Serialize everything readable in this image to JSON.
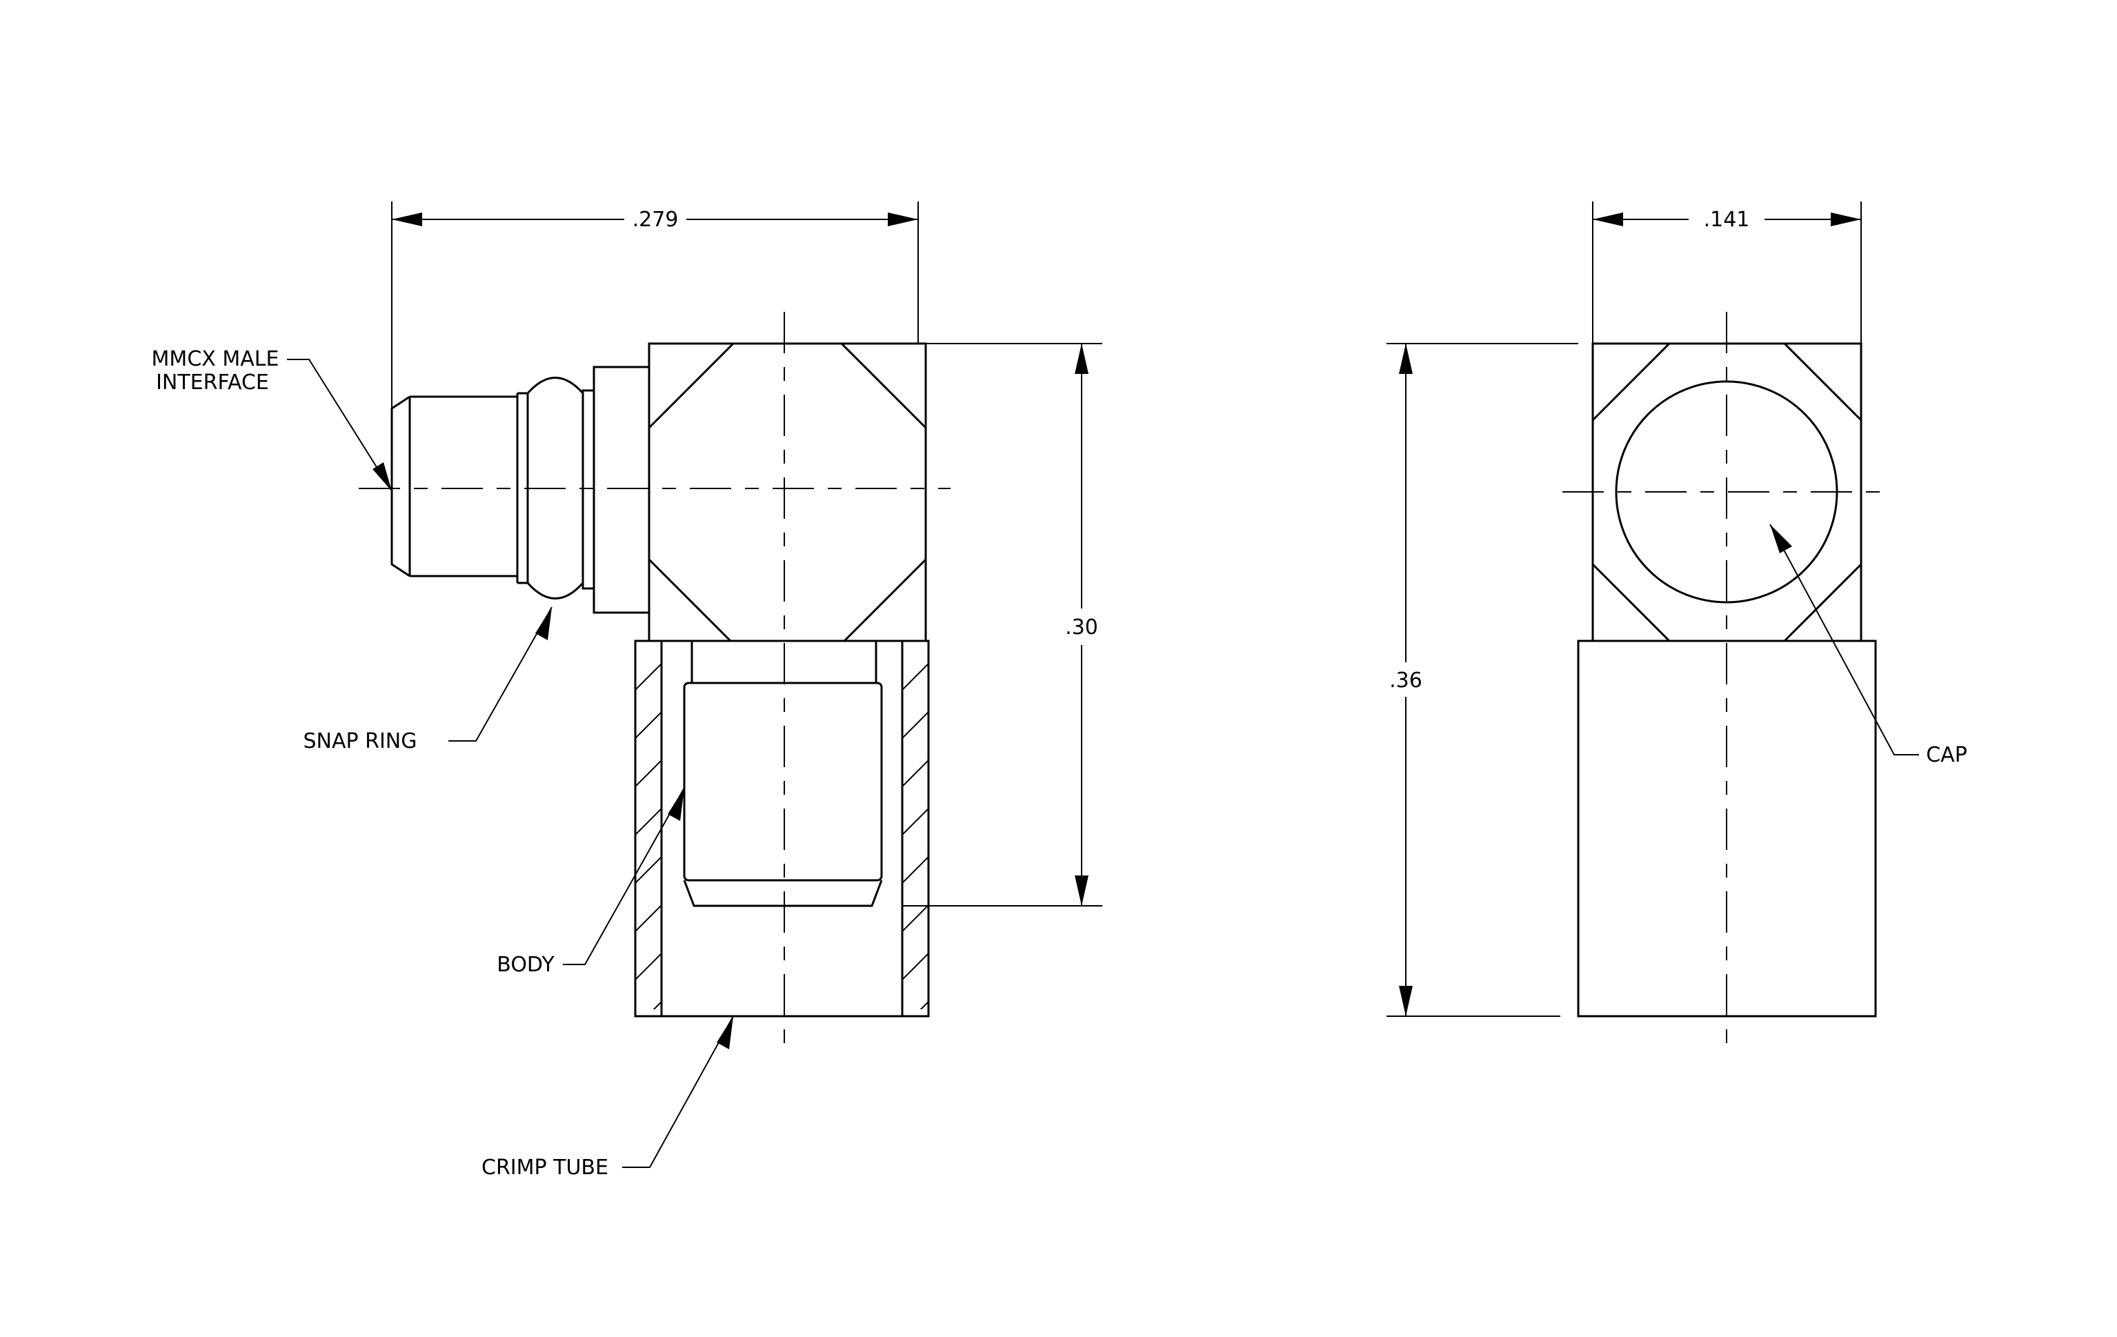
{
  "drawing": {
    "colors": {
      "line": "#000000",
      "background": "#ffffff"
    },
    "dimensions": {
      "width_side": ".279",
      "height_side": ".30",
      "width_end": ".141",
      "height_end": ".36"
    },
    "callouts": {
      "mmcx_line1": "MMCX MALE",
      "mmcx_line2": "INTERFACE",
      "snap_ring": "SNAP RING",
      "body": "BODY",
      "crimp_tube": "CRIMP TUBE",
      "cap": "CAP"
    }
  }
}
